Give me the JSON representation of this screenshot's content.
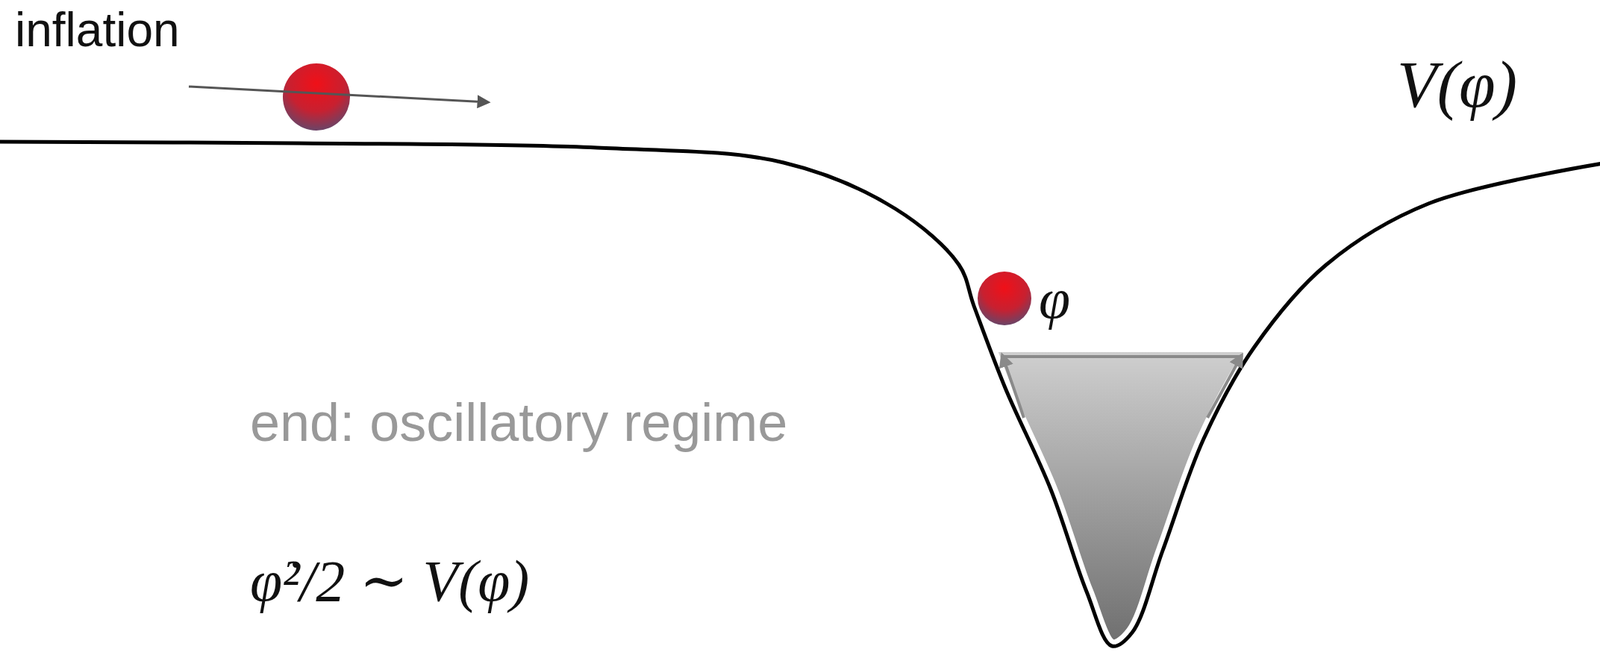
{
  "diagram": {
    "labels": [
      "inflation",
      "V(φ)",
      "φ",
      "end: oscillatory regime",
      "φ̇²/2 ∼ V(φ)"
    ]
  }
}
